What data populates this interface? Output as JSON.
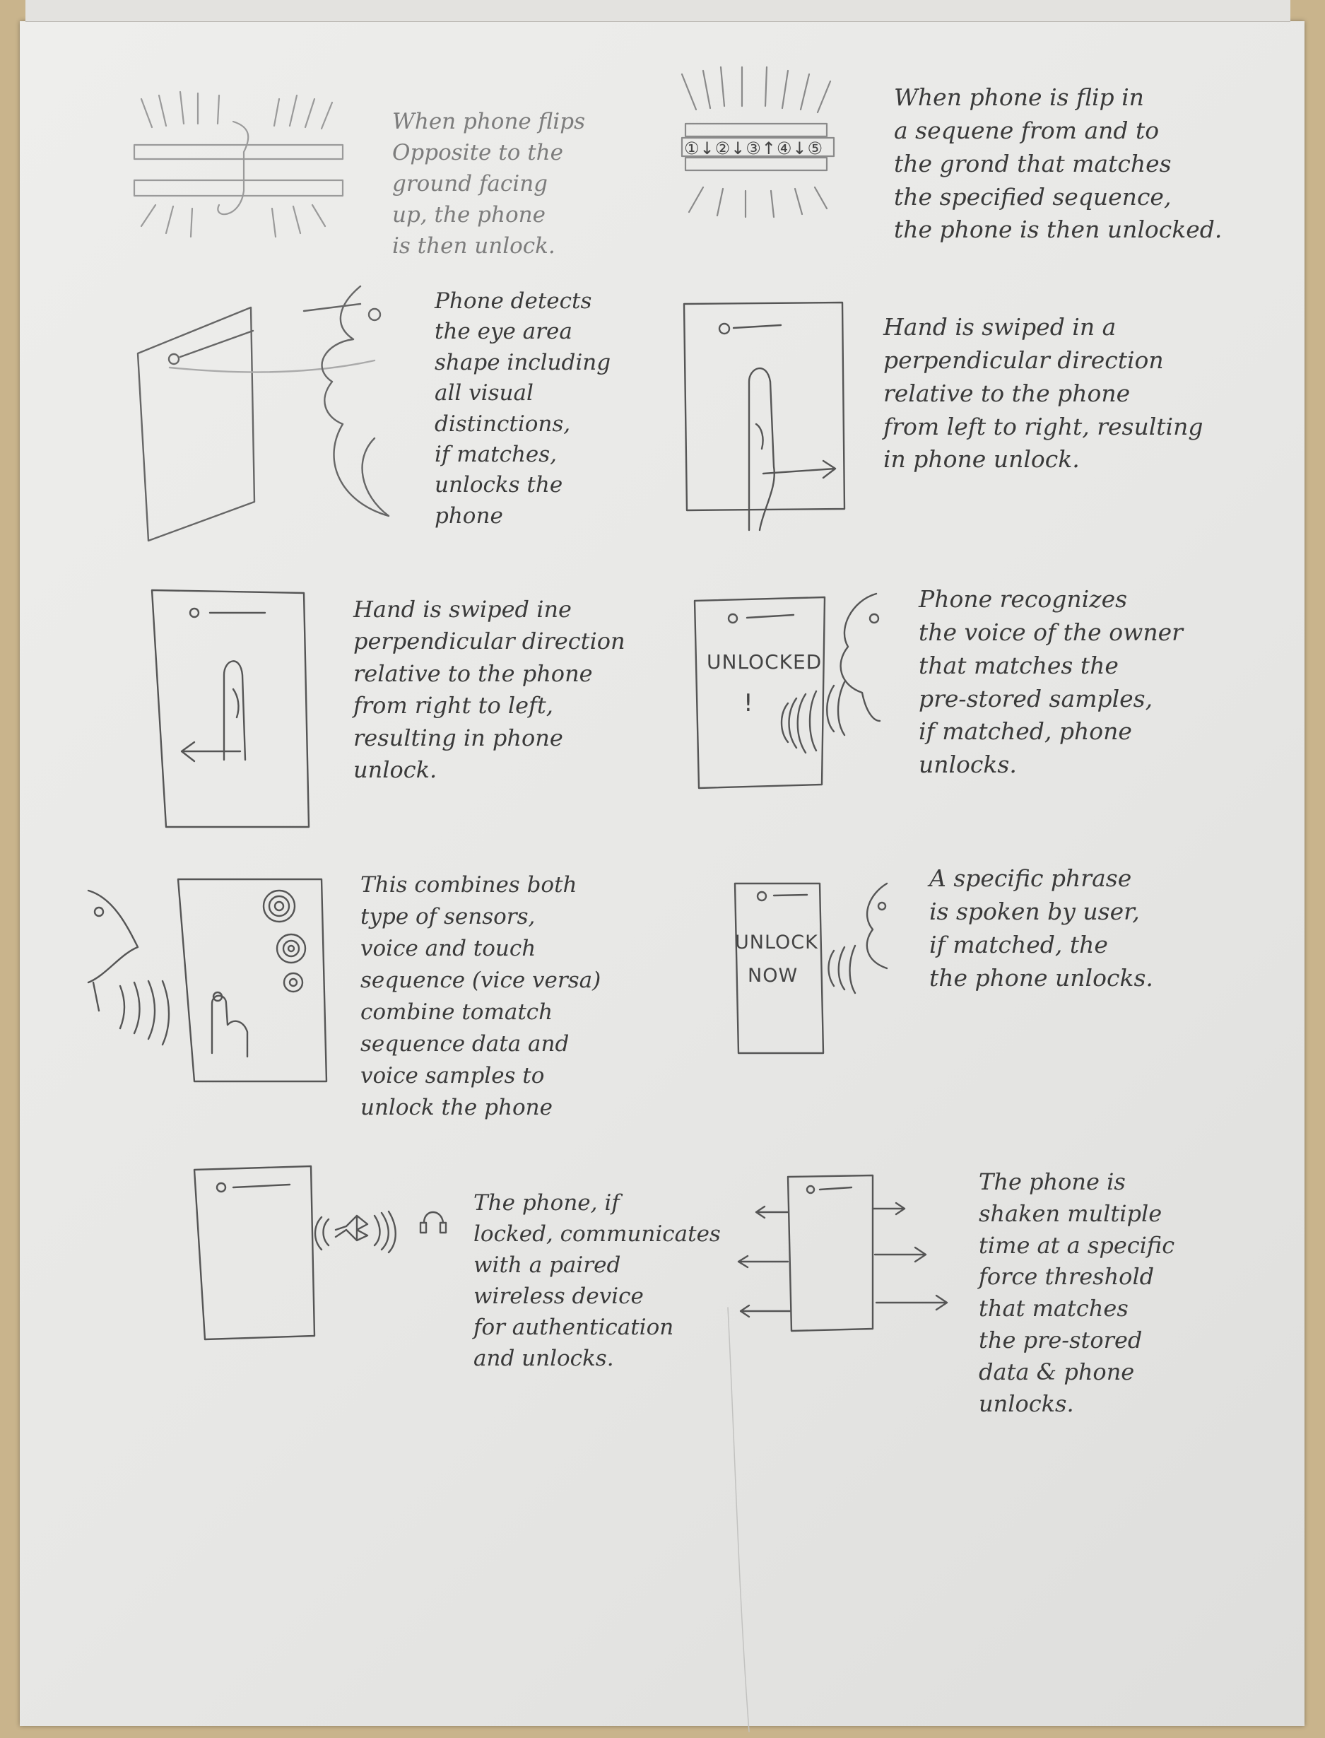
{
  "image": {
    "colors": {
      "paper": "#e9e9e7",
      "pencil": "#3a3a3a",
      "faint_pencil": "#7c7c7c",
      "table": "#c9b48c"
    }
  },
  "captions": {
    "flip_unlock": "When phone flips\nOpposite to the\nground facing\nup, the phone\nis then unlock.",
    "flip_sequence_unlock": "When phone is flip in\na sequene from and to\nthe grond that matches\nthe specified sequence,\nthe phone is then unlocked.",
    "eye_unlock": "Phone detects\nthe eye area\nshape including\nall visual\ndistinctions,\nif matches,\nunlocks the\nphone",
    "swipe_right_unlock": "Hand is swiped in a\nperpendicular direction\nrelative to the phone\nfrom left to right, resulting\nin phone unlock.",
    "swipe_left_unlock": "Hand is swiped ine\nperpendicular direction\nrelative to the phone\nfrom right to left,\nresulting in phone\nunlock.",
    "voice_unlock": "Phone recognizes\nthe voice of the owner\nthat matches the\npre-stored samples,\nif matched, phone\nunlocks.",
    "voice_touch_unlock": "This combines both\ntype of sensors,\nvoice and touch\nsequence (vice versa)\ncombine tomatch\nsequence data and\nvoice samples to\nunlock the phone",
    "phrase_unlock": "A specific phrase\nis spoken by user,\nif matched, the\nthe phone unlocks.",
    "wireless_unlock": "The phone, if\nlocked, communicates\nwith a paired\nwireless device\nfor authentication\nand unlocks.",
    "shake_unlock": "The phone is\nshaken multiple\ntime at a specific\nforce threshold\nthat matches\nthe pre-stored\ndata & phone\nunlocks."
  },
  "sketch_labels": {
    "sequence_marks": "①↓②↓③↑④↓⑤",
    "unlocked_screen": "UNLOCKED",
    "unlocked_mark": "!",
    "unlock_now_line1": "UNLOCK",
    "unlock_now_line2": "NOW"
  }
}
